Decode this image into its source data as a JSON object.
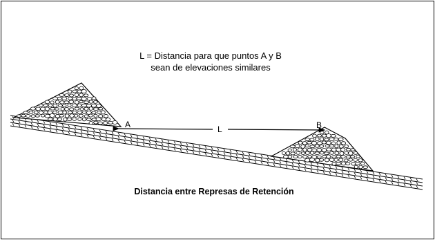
{
  "definition": {
    "line1": "L = Distancia para que puntos A y B",
    "line2": "sean de elevaciones similares"
  },
  "labels": {
    "point_a": "A",
    "distance": "L",
    "point_b": "B"
  },
  "caption": "Distancia entre Represas de Retención",
  "colors": {
    "ink": "#000000",
    "background": "#ffffff"
  }
}
